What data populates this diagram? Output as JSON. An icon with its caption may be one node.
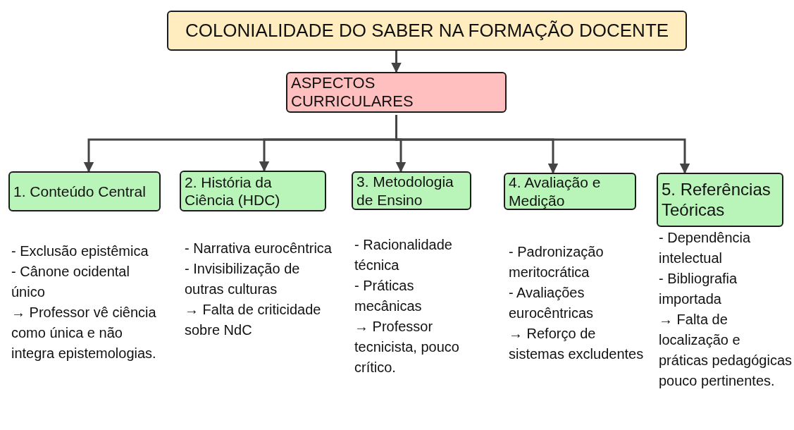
{
  "diagram": {
    "nodes": [
      {
        "text": [
          "COLONIALIDADE DO SABER NA FORMAÇÃO DOCENTE"
        ]
      },
      {
        "text": [
          "ASPECTOS CURRICULARES"
        ]
      },
      {
        "text": [
          "1. Conteúdo Central"
        ],
        "beside": [
          "- Exclusão epistêmica",
          "- Cânone ocidental único",
          "→ Professor vê ciência como única e não integra epistemologias."
        ]
      },
      {
        "text": [
          "2. História da Ciência (HDC)"
        ],
        "beside": [
          "- Narrativa eurocêntrica",
          "- Invisibilização de outras culturas",
          "→ Falta de criticidade sobre NdC"
        ]
      },
      {
        "text": [
          "3. Metodologia de Ensino"
        ],
        "beside": [
          "- Racionalidade técnica",
          "- Práticas mecânicas",
          "→ Professor tecnicista, pouco crítico."
        ]
      },
      {
        "text": [
          "4. Avaliação e Medição"
        ],
        "beside": [
          "- Padronização meritocrática",
          "- Avaliações eurocêntricas",
          "→ Reforço de sistemas excludentes"
        ]
      },
      {
        "text": [
          "5. Referências Teóricas"
        ],
        "beside": [
          "- Dependência intelectual",
          "- Bibliografia importada",
          "→ Falta de localização e práticas pedagógicas pouco pertinentes."
        ]
      }
    ],
    "edges": [
      {
        "from": 0,
        "to": 1,
        "arrow": "to"
      },
      {
        "from": 1,
        "to": 2,
        "arrow": "to"
      },
      {
        "from": 1,
        "to": 3,
        "arrow": "to"
      },
      {
        "from": 1,
        "to": 4,
        "arrow": "to"
      },
      {
        "from": 1,
        "to": 5,
        "arrow": "to"
      },
      {
        "from": 1,
        "to": 6,
        "arrow": "to"
      }
    ]
  }
}
